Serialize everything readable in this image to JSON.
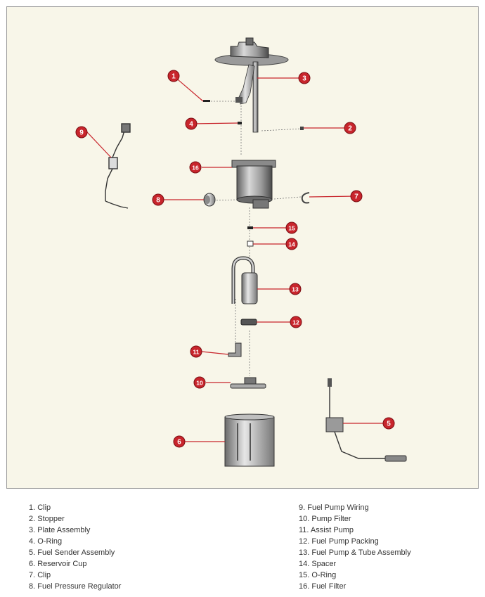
{
  "callouts": [
    "1",
    "2",
    "3",
    "4",
    "5",
    "6",
    "7",
    "8",
    "9",
    "10",
    "11",
    "12",
    "13",
    "14",
    "15",
    "16"
  ],
  "legend": {
    "left": [
      "1. Clip",
      "2. Stopper",
      "3. Plate Assembly",
      "4. O-Ring",
      "5. Fuel Sender Assembly",
      "6. Reservoir Cup",
      "7. Clip",
      "8. Fuel Pressure Regulator"
    ],
    "right": [
      "9. Fuel Pump Wiring",
      "10. Pump Filter",
      "11. Assist Pump",
      "12. Fuel Pump Packing",
      "13. Fuel Pump & Tube Assembly",
      "14. Spacer",
      "15. O-Ring",
      "16. Fuel Filter"
    ]
  },
  "colors": {
    "callout_fill": "#c8252c",
    "leader_line": "#c8252c",
    "panel_background": "#f8f6e9",
    "part_gray": "#8c8c8c"
  }
}
